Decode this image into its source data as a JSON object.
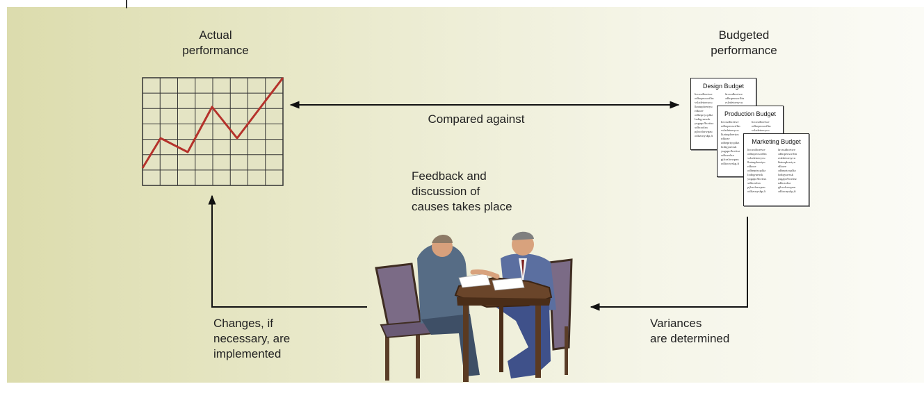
{
  "labels": {
    "actual": "Actual\nperformance",
    "budgeted": "Budgeted\nperformance",
    "compared": "Compared against",
    "feedback": "Feedback and\ndiscussion of\ncauses takes place",
    "changes": "Changes, if\nnecessary, are\nimplemented",
    "variances": "Variances\nare determined"
  },
  "budgets": [
    {
      "title": "Design Budget",
      "col1": "ltrcxsdbcetwe\nodbopeoscrfltn\nvslzdetoerycu\nlkatuqdoertyu\nrdkoze\nodbeprtycplkz\nlxdtqyuexsk\nyugapo!bcrttsz\nxdbczolza\npjlcrzlorwpau\nodlizcnyskp,fi",
      "col2": "ltrcxsdbcetwe\nodbopeoscrfltn\nvslzdetoerycu\nlkatuqdoertyu\nrdkoze\nodbeprtycplkz\nlxdtqyuexsk"
    },
    {
      "title": "Production Budget",
      "col1": "ltrcxsdbcetwe\nodbopeoscrfltn\nvslzdetoerycu\nlkatuqdoertyu\nrdkoze\nodbeprtycplkz\nlxdtqyuexsk\nyugapo!bcrttsz\nxdbczolza\npjlcrzlorwpau\nodlizcnyskp,fi",
      "col2": "ltrcxsdbcetwe\nodbopeoscrfltn\nvslzdetoerycu\nlkatuqdoertyu\nrdkoze\nodbeprtycplkz"
    },
    {
      "title": "Marketing Budget",
      "col1": "ltrcxsdbcetwe\nodbopeoscrfltn\nvslzdetoerycu\nlkatuqdoertyu\nrdkoze\nodbeprtycplkz\nlxdtqyuexsk\nyugapo!bcrttsz\nxdbczolza\npjlcrzlorwpau\nodlizcnyskp,fi",
      "col2": "ltrcxsdbcetwe\nodbopeoscrfltn\nvslzdetoerycu\nlkatuqdoertyu\nrdkoze\nodbeprtycplkz\nlxdtqyuexsk\nyugapo!bcrttsz\nxdbczolza\npjlcrzlorwpau\nodlizcnyskp,fi"
    }
  ],
  "colors": {
    "trend_line": "#b5322b",
    "grid_fill": "#e4e4c4",
    "grid_line": "#333333",
    "arrow": "#111111"
  },
  "icons": {
    "meeting": "business-meeting-illustration",
    "chart": "line-chart-icon"
  }
}
